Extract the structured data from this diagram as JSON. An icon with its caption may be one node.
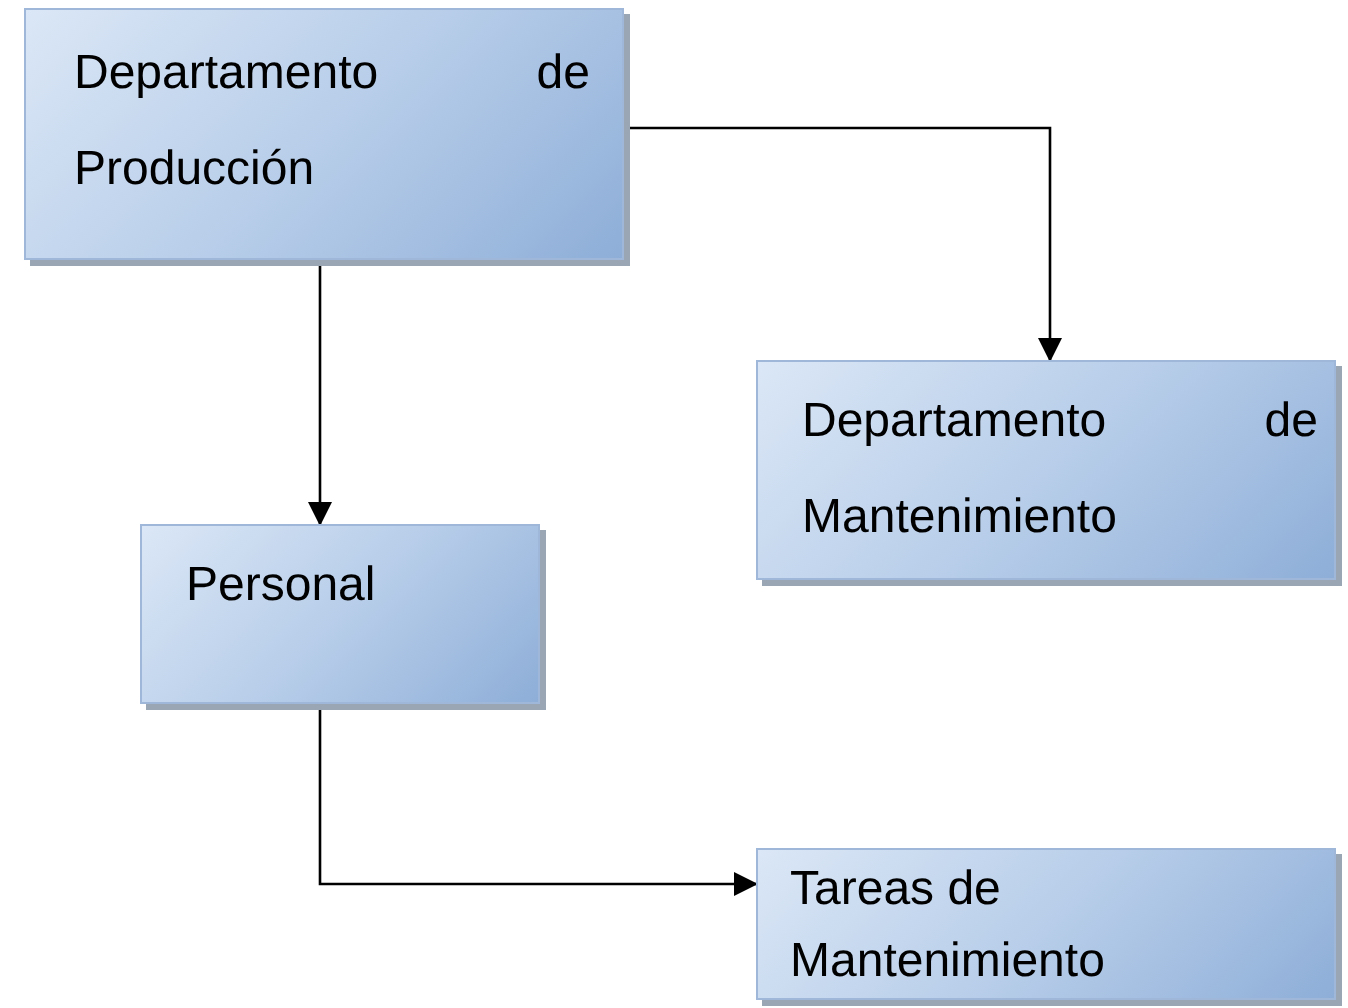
{
  "diagram": {
    "nodes": [
      {
        "text": [
          "Departamento de Producción"
        ]
      },
      {
        "text": [
          "Departamento de Mantenimiento"
        ]
      },
      {
        "text": [
          "Personal"
        ]
      },
      {
        "text": [
          "Tareas de Mantenimiento"
        ]
      }
    ],
    "edges": [
      {
        "from": 0,
        "to": 1,
        "arrow": "to"
      },
      {
        "from": 0,
        "to": 2,
        "arrow": "to"
      },
      {
        "from": 2,
        "to": 3,
        "arrow": "to"
      }
    ]
  }
}
